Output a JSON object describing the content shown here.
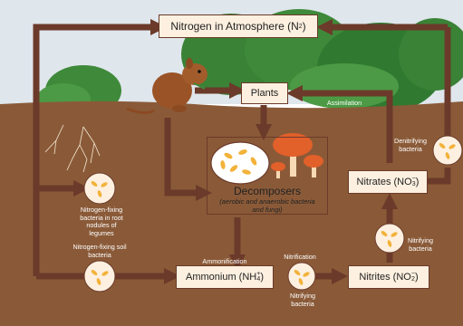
{
  "atmosphere": {
    "title": "Nitrogen in Atmosphere (N",
    "sub": "2",
    "close": ")"
  },
  "plants": {
    "label": "Plants"
  },
  "decomposers": {
    "title": "Decomposers",
    "desc": "(aerobic and anaerobic bacteria and fungi)"
  },
  "nitrates": {
    "prefix": "Nitrates (NO",
    "sub": "3",
    "sup": "−",
    "close": ")"
  },
  "nitrites": {
    "prefix": "Nitrites (NO",
    "sub": "2",
    "sup": "−",
    "close": ")"
  },
  "ammonium": {
    "prefix": "Ammonium (NH",
    "sub": "4",
    "sup": "+",
    "close": ")"
  },
  "labels": {
    "assimilation": "Assimilation",
    "denitrifying": "Denitrifying bacteria",
    "nitrifying_right": "Nitrifying bacteria",
    "nitrifying_bottom": "Nitrifying bacteria",
    "nitrification": "Nitrification",
    "ammonification": "Ammonification",
    "root_nodules": "Nitrogen-fixing bacteria in root nodules of legumes",
    "soil_bacteria": "Nitrogen-fixing soil bacteria"
  },
  "colors": {
    "soil": "#8a5a38",
    "sky": "#dfe6ec",
    "tree": "#3f8a3a",
    "arrow": "#6b3a2a",
    "box_fill": "#fdf0e0",
    "bacteria": "#f2b23a",
    "mushroom": "#e2602a"
  }
}
